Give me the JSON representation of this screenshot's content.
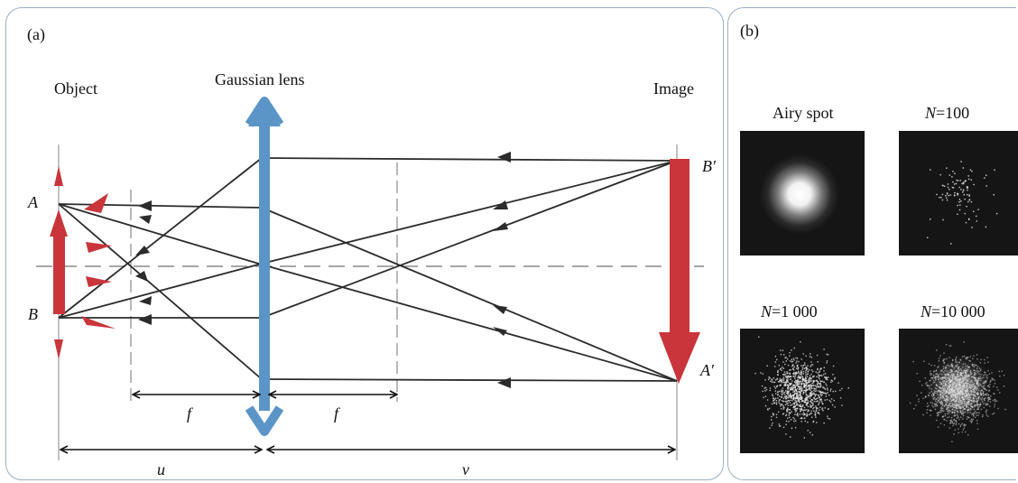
{
  "panel_a": {
    "label": "(a)",
    "object_label": "Object",
    "lens_label": "Gaussian lens",
    "image_label": "Image",
    "point_a": "A",
    "point_b": "B",
    "point_b_prime": "B′",
    "point_a_prime": "A′",
    "focal_left": "f",
    "focal_right": "f",
    "object_distance": "u",
    "image_distance": "v"
  },
  "panel_b": {
    "label": "(b)",
    "spots": [
      {
        "prefix": "",
        "title": "Airy spot",
        "kind": "airy"
      },
      {
        "prefix": "N",
        "title": "=100",
        "kind": "points",
        "count": 100
      },
      {
        "prefix": "N",
        "title": "=1 000",
        "kind": "points",
        "count": 1000
      },
      {
        "prefix": "N",
        "title": "=10 000",
        "kind": "points",
        "count": 10000
      }
    ]
  },
  "colors": {
    "lens": "#5b95c8",
    "arrow": "#c9353b",
    "ray": "#2b2b2b",
    "axis": "#808080",
    "panel_border": "#9bb0c2",
    "spot_bg": "#151515"
  }
}
